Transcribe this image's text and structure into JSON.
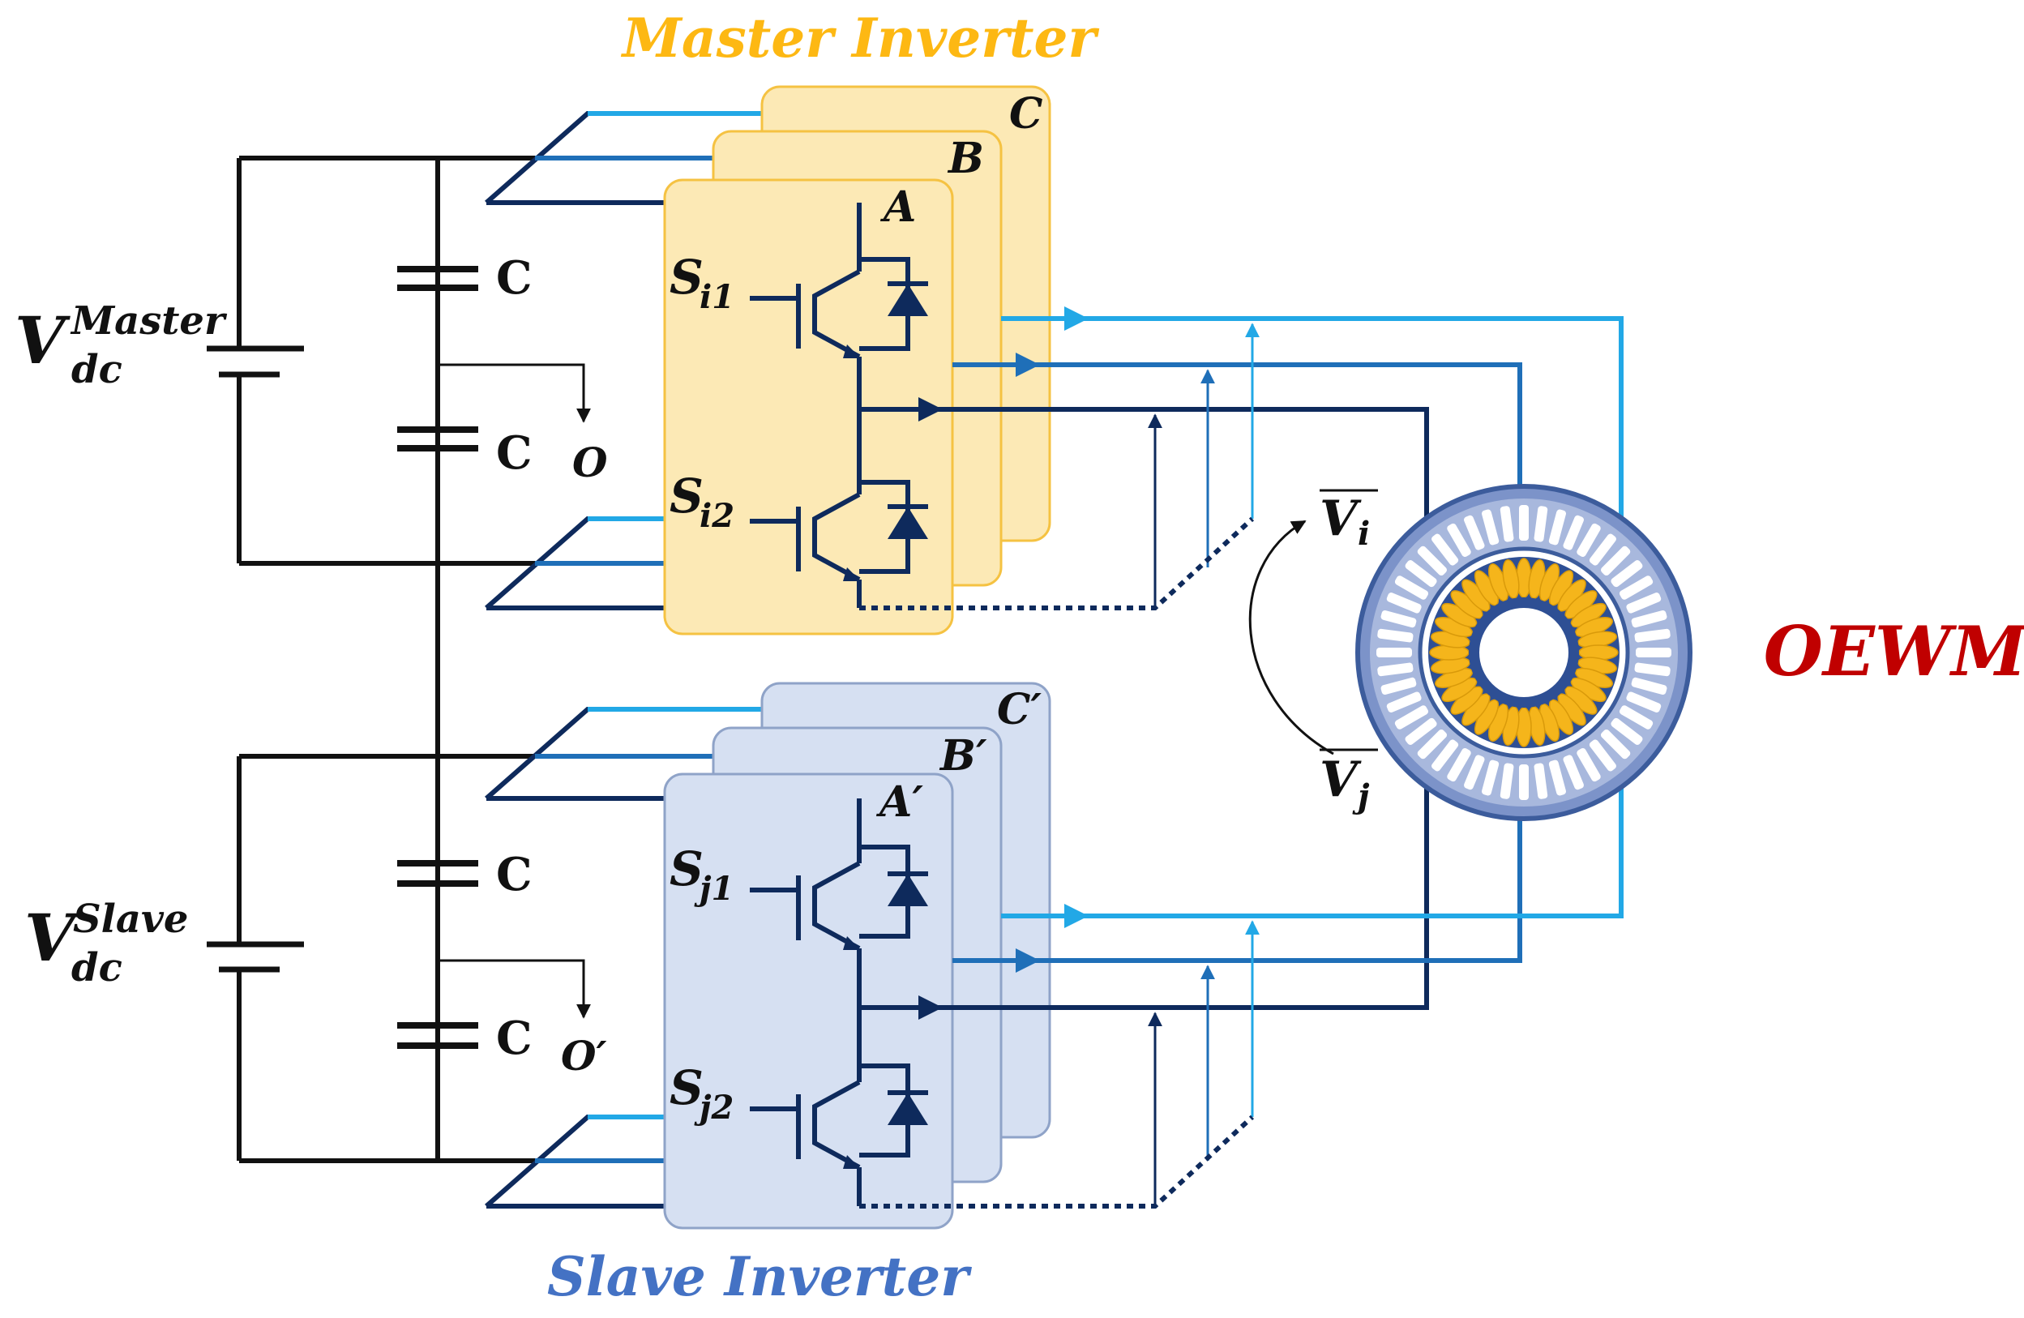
{
  "titles": {
    "master": "Master Inverter",
    "slave": "Slave Inverter",
    "motor": "OEWM"
  },
  "sources": {
    "master": {
      "base": "V",
      "sub": "dc",
      "sup": "Master"
    },
    "slave": {
      "base": "V",
      "sub": "dc",
      "sup": "Slave"
    }
  },
  "capacitor_label": "C",
  "midpoints": {
    "master": "O",
    "slave": "O′"
  },
  "phases": {
    "master": [
      "A",
      "B",
      "C"
    ],
    "slave": [
      "A′",
      "B′",
      "C′"
    ]
  },
  "switches": {
    "master": [
      {
        "base": "S",
        "sub": "i1"
      },
      {
        "base": "S",
        "sub": "i2"
      }
    ],
    "slave": [
      {
        "base": "S",
        "sub": "j1"
      },
      {
        "base": "S",
        "sub": "j2"
      }
    ]
  },
  "vectors": {
    "vi": {
      "base": "V",
      "sub": "i"
    },
    "vj": {
      "base": "V",
      "sub": "j"
    }
  },
  "colors": {
    "master_title": "#FDB813",
    "slave_title": "#4472C4",
    "motor_label": "#C00000",
    "master_panel": "#FCE9B5",
    "master_panel_border": "#F5C242",
    "slave_panel": "#D6E0F2",
    "slave_panel_border": "#8FA3C8",
    "phase_a": "#0E2A5C",
    "phase_b": "#1F6FB8",
    "phase_c": "#22A8E6",
    "dc_wire": "#111111",
    "switch": "#0E2A5C"
  }
}
